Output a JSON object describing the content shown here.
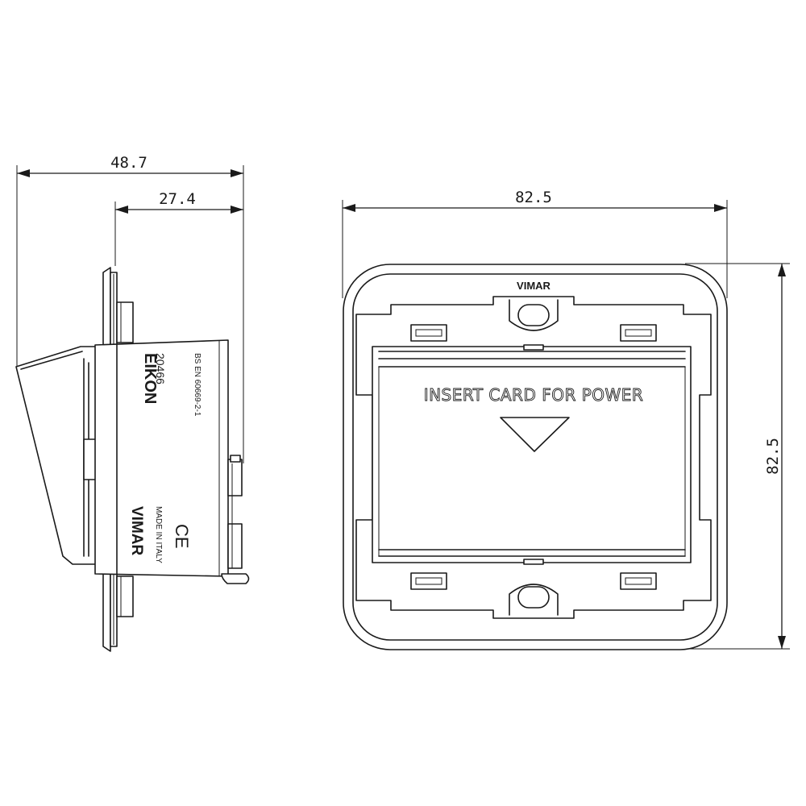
{
  "dimensions": {
    "side_depth_total": "48.7",
    "side_depth_body": "27.4",
    "front_width": "82.5",
    "front_height": "82.5"
  },
  "side_view": {
    "brand_series": "EIKON",
    "model_code": "20466",
    "standard": "BS EN 60669-2-1",
    "brand": "VIMAR",
    "origin": "MADE IN ITALY",
    "ce_mark": "CE"
  },
  "front_view": {
    "brand": "VIMAR",
    "card_text": "INSERT CARD FOR POWER",
    "arrow_icon": "down-triangle-icon"
  }
}
